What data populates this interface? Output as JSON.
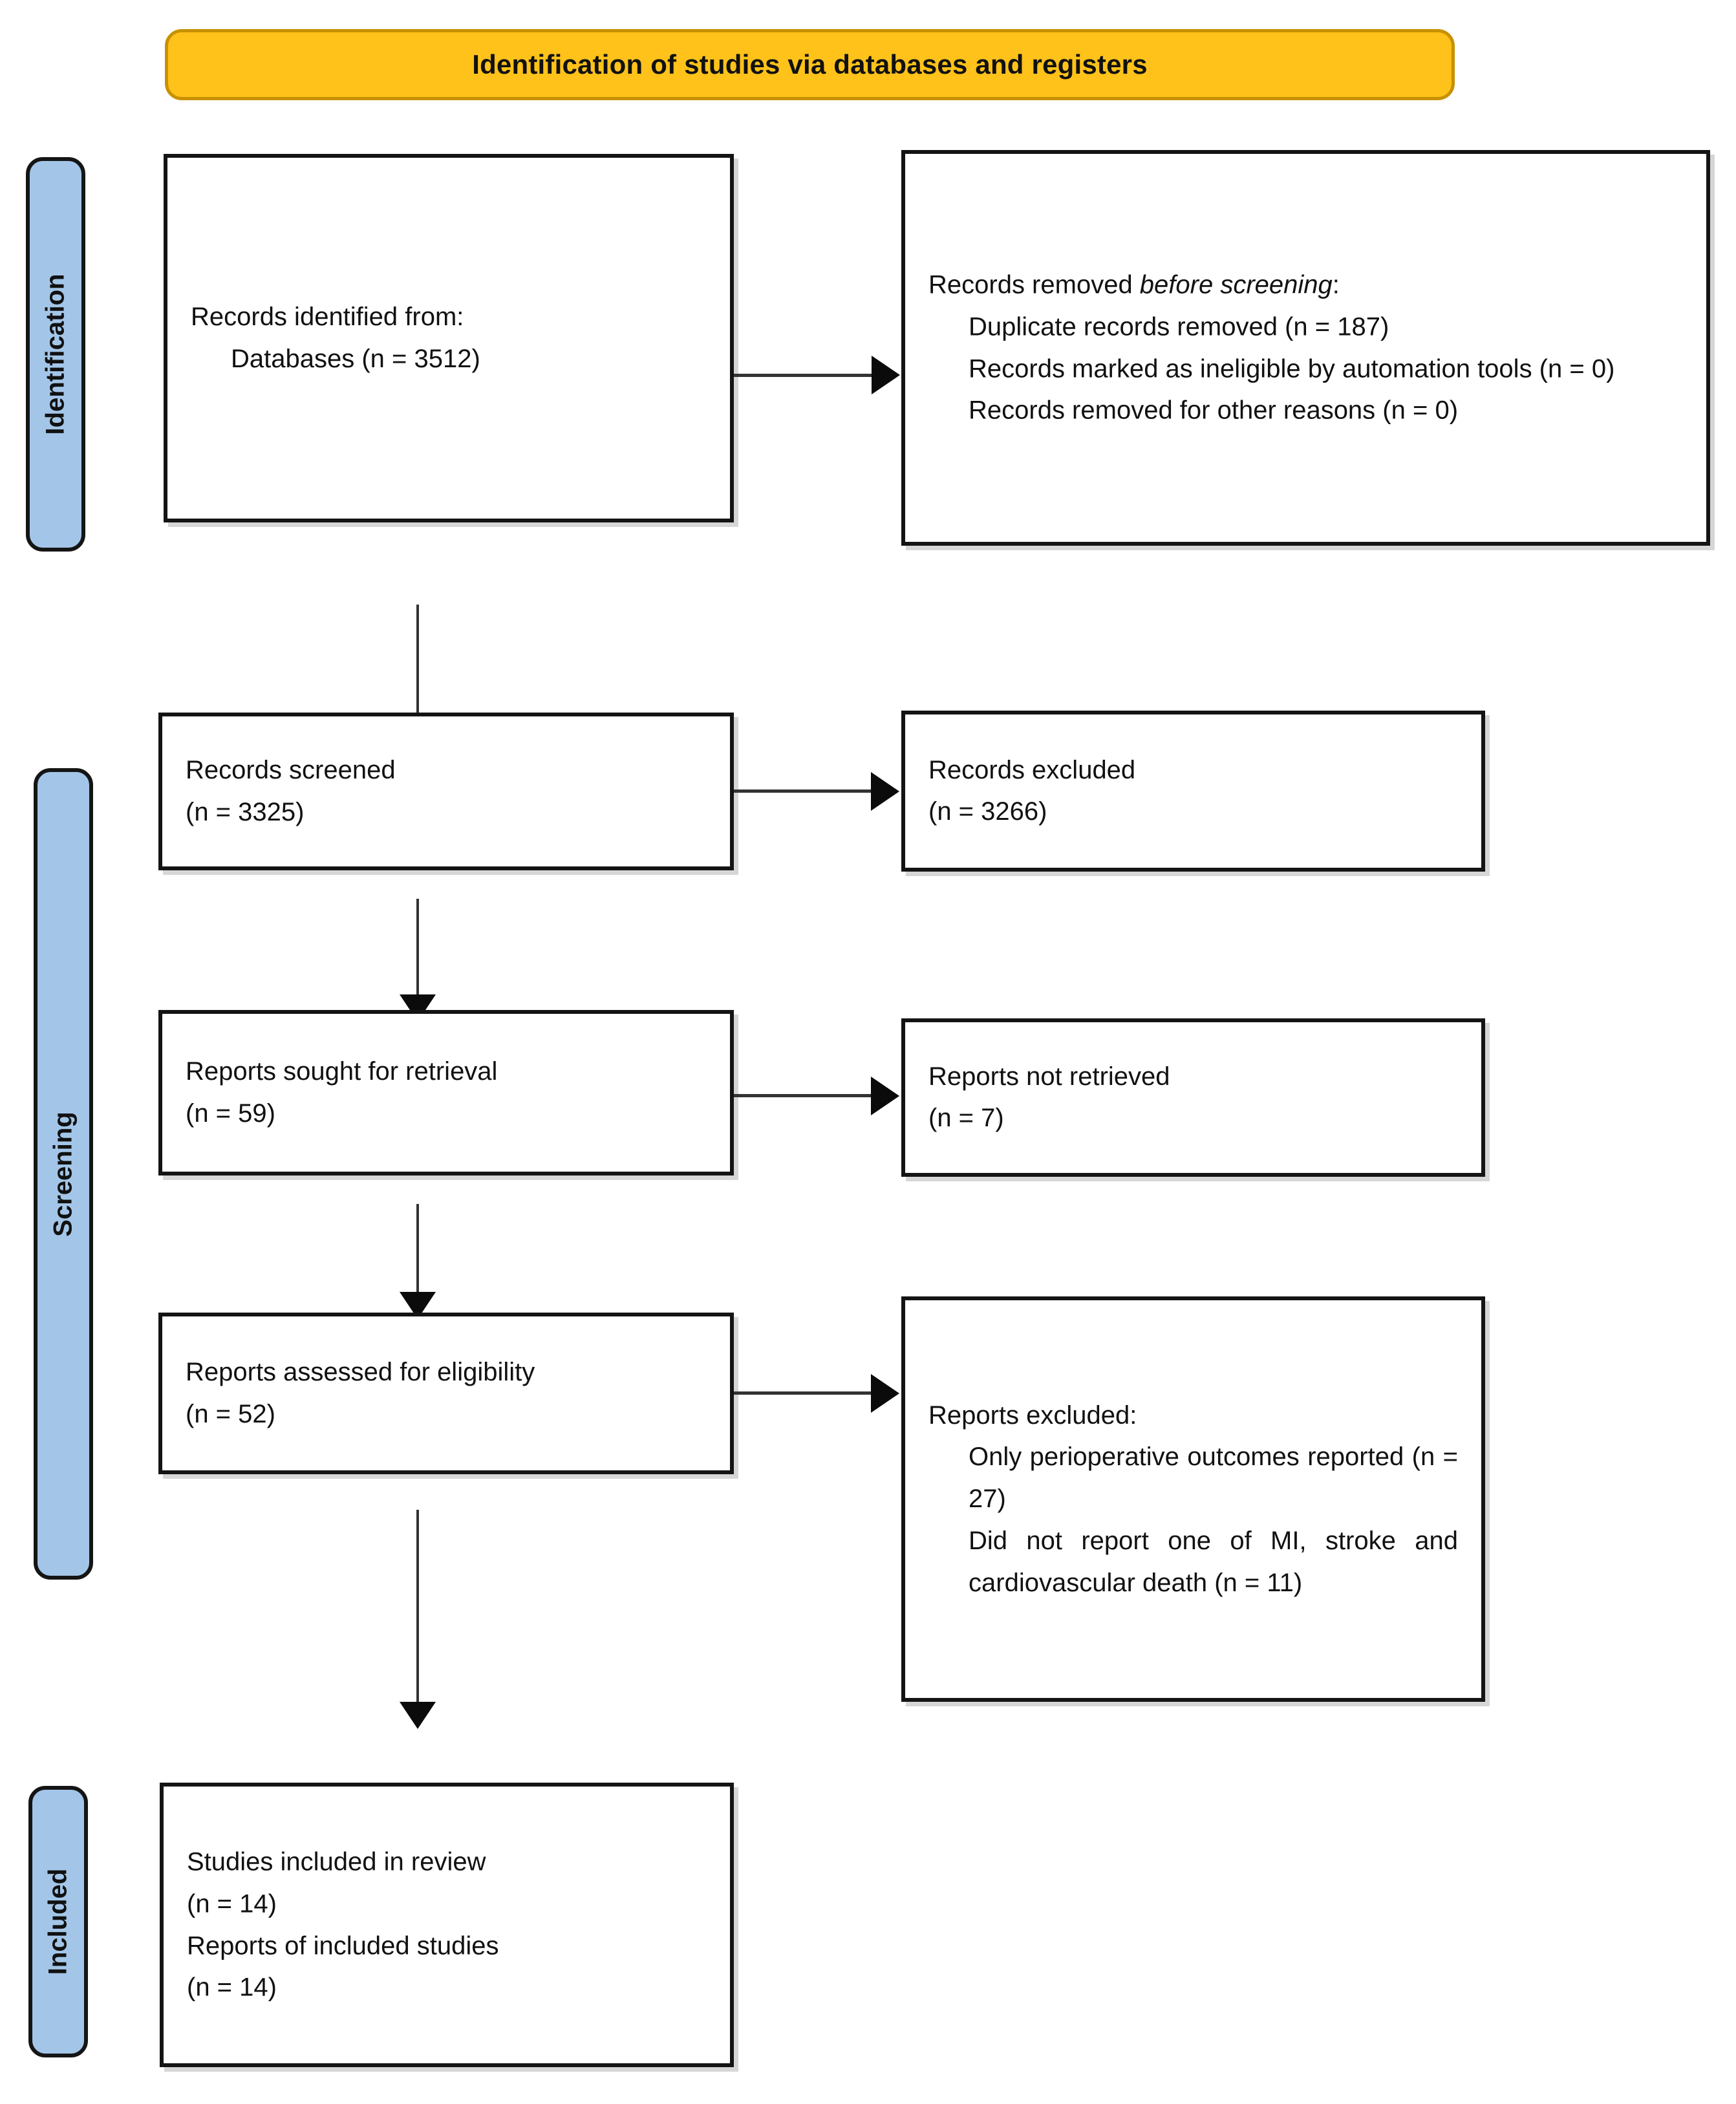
{
  "diagram": {
    "title": "Identification of studies via databases and registers",
    "type": "prisma-flow-diagram",
    "colors": {
      "banner_fill": "#FFC21A",
      "banner_border": "#C89100",
      "stage_rail_fill": "#A3C6E8",
      "box_border": "#141414",
      "text": "#111111"
    }
  },
  "stages": {
    "identification": "Identification",
    "screening": "Screening",
    "included": "Included"
  },
  "boxes": {
    "identified": {
      "line1": "Records identified from:",
      "line2": "Databases (n = 3512)"
    },
    "removed_before_screening": {
      "heading_prefix": "Records removed ",
      "heading_italic": "before screening",
      "heading_suffix": ":",
      "item1": "Duplicate records removed (n = 187)",
      "item2": "Records marked as ineligible by automation tools (n = 0)",
      "item3": "Records removed for other reasons (n = 0)"
    },
    "records_screened": {
      "line1": "Records screened",
      "line2": "(n = 3325)"
    },
    "records_excluded": {
      "line1": "Records excluded",
      "line2": "(n = 3266)"
    },
    "reports_sought": {
      "line1": "Reports sought for retrieval",
      "line2": "(n = 59)"
    },
    "reports_not_retrieved": {
      "line1": "Reports not retrieved",
      "line2": "(n = 7)"
    },
    "reports_assessed": {
      "line1": "Reports assessed for eligibility",
      "line2": "(n = 52)"
    },
    "reports_excluded": {
      "heading": "Reports excluded:",
      "item1": "Only perioperative outcomes reported (n = 27)",
      "item2": "Did not report one of MI, stroke and cardiovascular death (n = 11)"
    },
    "studies_included": {
      "line1": "Studies included in review",
      "line2": "(n = 14)",
      "line3": "Reports of included studies",
      "line4": "(n = 14)"
    }
  },
  "counts": {
    "databases": 3512,
    "duplicates_removed": 187,
    "ineligible_automation": 0,
    "removed_other_reasons": 0,
    "records_screened": 3325,
    "records_excluded": 3266,
    "reports_sought": 59,
    "reports_not_retrieved": 7,
    "reports_assessed": 52,
    "excluded_perioperative_only": 27,
    "excluded_missing_outcomes": 11,
    "studies_included": 14,
    "reports_of_included_studies": 14
  }
}
